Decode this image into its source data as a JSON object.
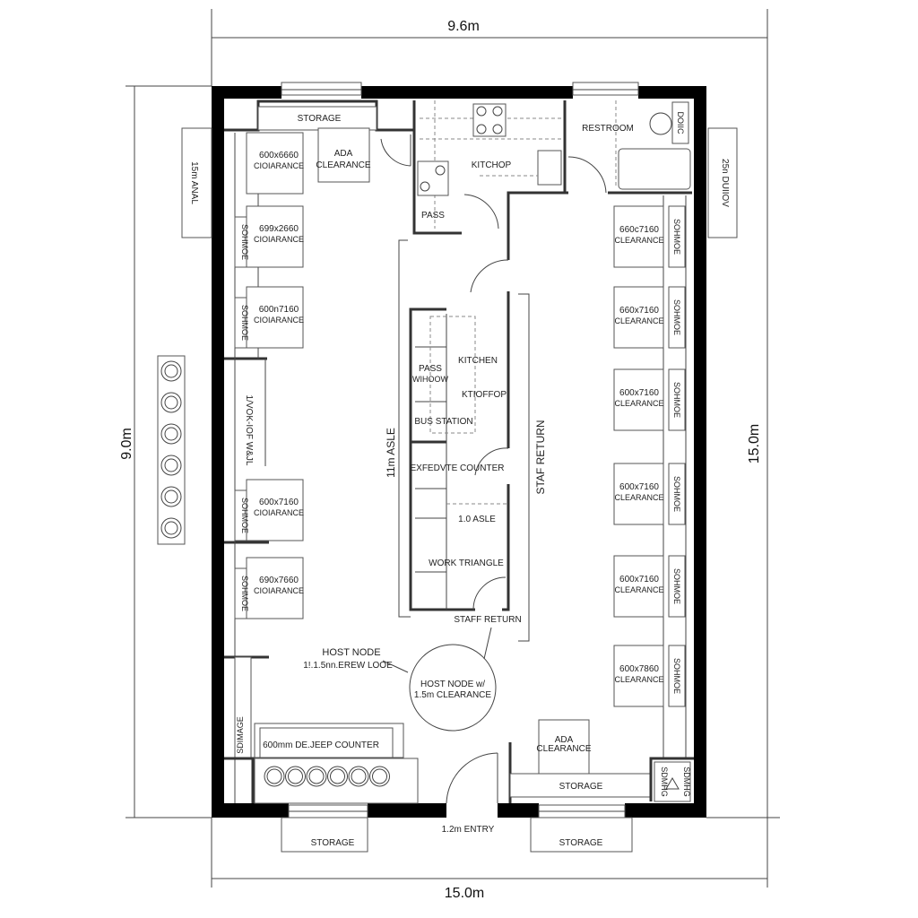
{
  "dimensions": {
    "top": "9.6m",
    "left": "9.0m",
    "right": "15.0m",
    "bottom": "15.0m"
  },
  "exterior": {
    "left_box": "15m ANAL",
    "right_box": "25n DUIIOV",
    "bottom_storage_left": "STORAGE",
    "bottom_storage_right": "STORAGE",
    "entry": "1.2m ENTRY"
  },
  "rooms": {
    "storage_top": "STORAGE",
    "ada_top": [
      "ADA",
      "CLEARANCE"
    ],
    "kitchen": "KITCHOP",
    "pass": "PASS",
    "restroom": "RESTROOM",
    "restroom_fixture": "DOIIC",
    "left_partition": "1/VOK-IOF W&JL",
    "storage_bottom_left": "SDIMAGE"
  },
  "island": {
    "pass_window": [
      "PASS",
      "WIHOOW"
    ],
    "kitchen": "KITCHEN",
    "kitchen_top": "KTIOFFOP",
    "bus_station": "BUS STATION",
    "expedite": "EXFEDVTE COUNTER",
    "aisle": "1.0 ASLE",
    "work_triangle": "WORK TRIANGLE",
    "staff_return": "STAFF RETURN"
  },
  "aisles": {
    "main": "11m ASLE",
    "staff_return_vertical": "STAF RETURN"
  },
  "tables_left": [
    {
      "size": "600x6660",
      "clearance": "CIOIARANCE",
      "bench": ""
    },
    {
      "size": "699x2660",
      "clearance": "CIOIARANCE",
      "bench": "SOHMOE"
    },
    {
      "size": "600n7160",
      "clearance": "CIOIARANCE",
      "bench": "SOHMOE"
    },
    {
      "size": "600x7160",
      "clearance": "CIOIARANCE",
      "bench": "SOHMOE"
    },
    {
      "size": "690x7660",
      "clearance": "CIOIARANCE",
      "bench": "SOHMOE"
    }
  ],
  "tables_right": [
    {
      "size": "660c7160",
      "clearance": "CLEARANCE",
      "bench": "SOHMOE"
    },
    {
      "size": "660x7160",
      "clearance": "CLEARANCE",
      "bench": "SOHMOE"
    },
    {
      "size": "600x7160",
      "clearance": "CLEARANCE",
      "bench": "SOHMOE"
    },
    {
      "size": "600x7160",
      "clearance": "CLEARANCE",
      "bench": "SOHMOE"
    },
    {
      "size": "600x7160",
      "clearance": "CLEARANCE",
      "bench": "SOHMOE"
    },
    {
      "size": "600x7860",
      "clearance": "CLEARANCE",
      "bench": "SOHMOE"
    }
  ],
  "host": {
    "label": "HOST NODE",
    "sublabel": "1!.1.5nn.EREW LOOE",
    "circle": [
      "HOST NODE w/",
      "1.5m CLEARANCE"
    ]
  },
  "counter": {
    "label": "600mm DE.JEEP COUNTER",
    "stools": 6
  },
  "bottom_right": {
    "ada": [
      "ADA",
      "CLEARANCE"
    ],
    "storage": "STORAGE",
    "corner": "SDMHG"
  }
}
